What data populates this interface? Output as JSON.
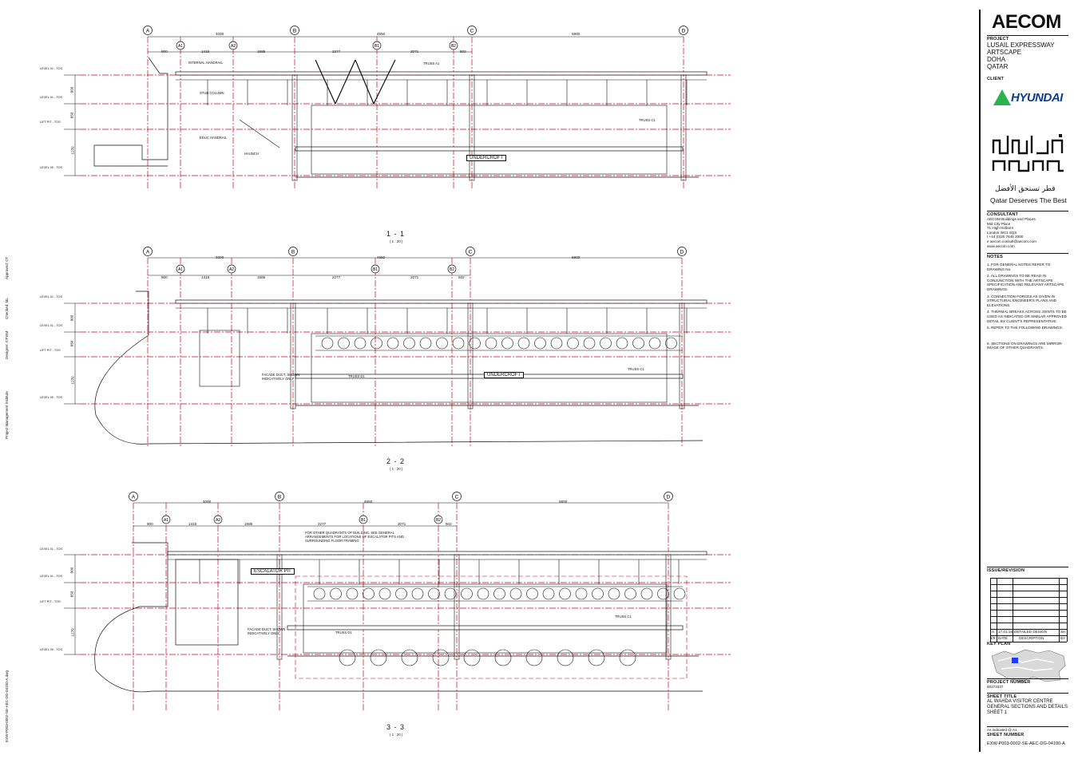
{
  "sections": [
    {
      "title": "1 - 1",
      "scale": "( 1 : 20 )",
      "box_label": "UNDERCROFT",
      "callouts": [
        "INTERNAL HANDRAIL",
        "STUB COLUMN",
        "EDUC HANDRAIL",
        "HAUNCH",
        "TRUSS A1",
        "TRUSS C1"
      ]
    },
    {
      "title": "2 - 2",
      "scale": "( 1 : 20 )",
      "box_label": "UNDERCROFT",
      "callouts": [
        "FACADE DUCT, SHOWN INDICATIVELY ONLY",
        "TRUSS D1",
        "TRUSS C1"
      ]
    },
    {
      "title": "3 - 3",
      "scale": "( 1 : 20 )",
      "box_label": "ESCALATOR PIT",
      "callouts": [
        "FOR OTHER QUADRANTS OF BUILDING, SEE GENERAL ARRANGEMENTS FOR LOCATIONS OF ESCALATOR PITS AND SURROUNDING FLOOR FRAMING",
        "FACADE DUCT, SHOWN INDICATIVELY ONLY",
        "TRUSS D1",
        "TRUSS C1"
      ]
    }
  ],
  "grid_labels": [
    "A",
    "A1",
    "A2",
    "B",
    "B1",
    "B2",
    "C",
    "D"
  ],
  "dims_top": [
    "4000",
    "4650",
    "5800"
  ],
  "dims_sub": [
    "900",
    "1415",
    "1685",
    "2277",
    "2071",
    "502"
  ],
  "levels": [
    "LEVEL 01 - TOS",
    "LEVEL 01 - TOS",
    "LIFT PIT - TOS",
    "LEVEL 00 - TOS"
  ],
  "level_dims": [
    "800",
    "650",
    "1270"
  ],
  "title_block": {
    "brand": "AECOM",
    "project_label": "PROJECT",
    "project": [
      "LUSAIL EXPRESSWAY",
      "ARTSCAPE",
      "DOHA",
      "QATAR"
    ],
    "client_label": "CLIENT",
    "client_logo": "HYUNDAI",
    "ashghal_tagline": "Qatar Deserves The Best",
    "ashghal_arabic": "قطر تستحق الأفضل",
    "consultant_label": "CONSULTANT",
    "consultant": [
      "AECOM Buildings and Places",
      "Mid City Place",
      "71 High Holborn",
      "London WC1 6QS",
      "t +44 (0)20 7645 2000",
      "e aecom.consult@aecom.com",
      "www.aecom.com"
    ],
    "notes_label": "NOTES",
    "notes": [
      "1. FOR GENERAL NOTES REFER TO DRAWING No.",
      "2. ALL DRAWINGS TO BE READ IN CONJUNCTION WITH THE ARTSCAPE SPECIFICATION AND RELEVANT ARTSCAPE DRAWINGS.",
      "3. CONNECTION FORCES AS GIVEN IN STRUCTURAL ENGINEER'S PLANS AND ELEVATIONS.",
      "4. THERMAL BREAKS ACROSS JOINTS TO BE USED AS INDICATED OR SIMILAR APPROVED DETAIL BY CLIENT'S REPRESENTATIVE.",
      "5. REFER TO THE FOLLOWING DRAWINGS:",
      "6. SECTIONS ON DRAWINGS ARE MIRROR-IMAGE OF OTHER QUADRANTS."
    ],
    "issue_label": "ISSUE/REVISION",
    "issue_row": [
      "A",
      "17.01.18",
      "DETAILED DESIGN",
      "SH"
    ],
    "issue_headers": [
      "I/R",
      "DATE",
      "DESCRIPTION",
      "BY"
    ],
    "keyplan_label": "KEY PLAN",
    "project_number_label": "PROJECT NUMBER",
    "project_number": "60273337",
    "sheet_title_label": "SHEET TITLE",
    "sheet_title": [
      "AL WAHDA VISITOR CENTRE",
      "GENERAL SECTIONS AND DETAILS",
      "SHEET 1"
    ],
    "scale_note": "As indicated @ A1",
    "sheet_number_label": "SHEET NUMBER",
    "sheet_number": "EXW-P003-0002-SE-AEC-DG-04100-A"
  },
  "side_strip": [
    "Project Management Institute",
    "Designer: CTWM",
    "Checked: ML",
    "Approved: CT",
    "EXW-P003-0002-SE-AEC-DG-04100-A.dwg"
  ],
  "colors": {
    "gridline": "#d0021b",
    "ink": "#111111",
    "accent_green": "#2bb24c",
    "accent_blue": "#0b3d91",
    "keyplan_blue": "#1b3cff"
  }
}
